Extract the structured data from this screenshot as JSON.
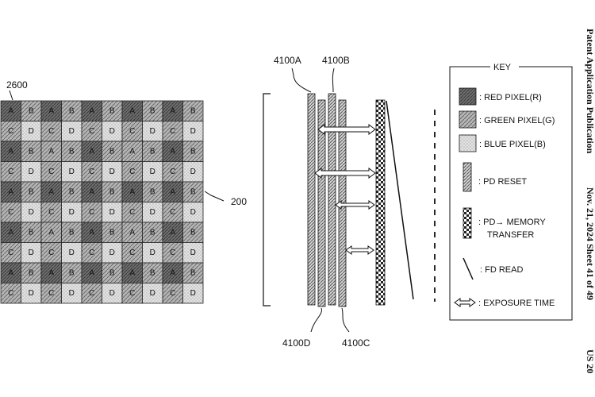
{
  "header": {
    "publication": "Patent Application Publication",
    "date_sheet": "Nov. 21, 2024   Sheet 41 of 49",
    "number": "US 20"
  },
  "labels": {
    "array_ref": "2600",
    "sensor_ref": "200",
    "row_4100A": "4100A",
    "row_4100B": "4100B",
    "row_4100C": "4100C",
    "row_4100D": "4100D"
  },
  "grid": {
    "rows": [
      [
        "A",
        "B",
        "A",
        "B",
        "A",
        "B",
        "A",
        "B",
        "A",
        "B"
      ],
      [
        "C",
        "D",
        "C",
        "D",
        "C",
        "D",
        "C",
        "D",
        "C",
        "D"
      ],
      [
        "A",
        "B",
        "A",
        "B",
        "A",
        "B",
        "A",
        "B",
        "A",
        "B"
      ],
      [
        "C",
        "D",
        "C",
        "D",
        "C",
        "D",
        "C",
        "D",
        "C",
        "D"
      ],
      [
        "A",
        "B",
        "A",
        "B",
        "A",
        "B",
        "A",
        "B",
        "A",
        "B"
      ],
      [
        "C",
        "D",
        "C",
        "D",
        "C",
        "D",
        "C",
        "D",
        "C",
        "D"
      ],
      [
        "A",
        "B",
        "A",
        "B",
        "A",
        "B",
        "A",
        "B",
        "A",
        "B"
      ],
      [
        "C",
        "D",
        "C",
        "D",
        "C",
        "D",
        "C",
        "D",
        "C",
        "D"
      ],
      [
        "A",
        "B",
        "A",
        "B",
        "A",
        "B",
        "A",
        "B",
        "A",
        "B"
      ],
      [
        "C",
        "D",
        "C",
        "D",
        "C",
        "D",
        "C",
        "D",
        "C",
        "D"
      ]
    ],
    "colors": [
      [
        "R",
        "G",
        "R",
        "G",
        "R",
        "G",
        "R",
        "G",
        "R",
        "G"
      ],
      [
        "G",
        "B",
        "G",
        "B",
        "G",
        "B",
        "G",
        "B",
        "G",
        "B"
      ],
      [
        "R",
        "G",
        "G",
        "G",
        "R",
        "G",
        "G",
        "G",
        "R",
        "G"
      ],
      [
        "G",
        "B",
        "G",
        "B",
        "G",
        "B",
        "G",
        "B",
        "G",
        "B"
      ],
      [
        "R",
        "G",
        "R",
        "G",
        "R",
        "G",
        "R",
        "G",
        "R",
        "G"
      ],
      [
        "G",
        "B",
        "G",
        "B",
        "G",
        "B",
        "G",
        "B",
        "G",
        "B"
      ],
      [
        "R",
        "G",
        "G",
        "G",
        "R",
        "G",
        "G",
        "G",
        "R",
        "G"
      ],
      [
        "G",
        "B",
        "G",
        "B",
        "G",
        "B",
        "G",
        "B",
        "G",
        "B"
      ],
      [
        "R",
        "G",
        "R",
        "G",
        "R",
        "G",
        "R",
        "G",
        "R",
        "G"
      ],
      [
        "G",
        "B",
        "G",
        "B",
        "G",
        "B",
        "G",
        "B",
        "G",
        "B"
      ]
    ]
  },
  "key": {
    "title": "KEY",
    "red": ": RED PIXEL(R)",
    "green": ": GREEN PIXEL(G)",
    "blue": ": BLUE PIXEL(B)",
    "pd_reset": ": PD RESET",
    "pd_memory_line1": ": PD→ MEMORY",
    "pd_memory_line2": "TRANSFER",
    "fd_read": ": FD READ",
    "exposure": ": EXPOSURE TIME"
  }
}
